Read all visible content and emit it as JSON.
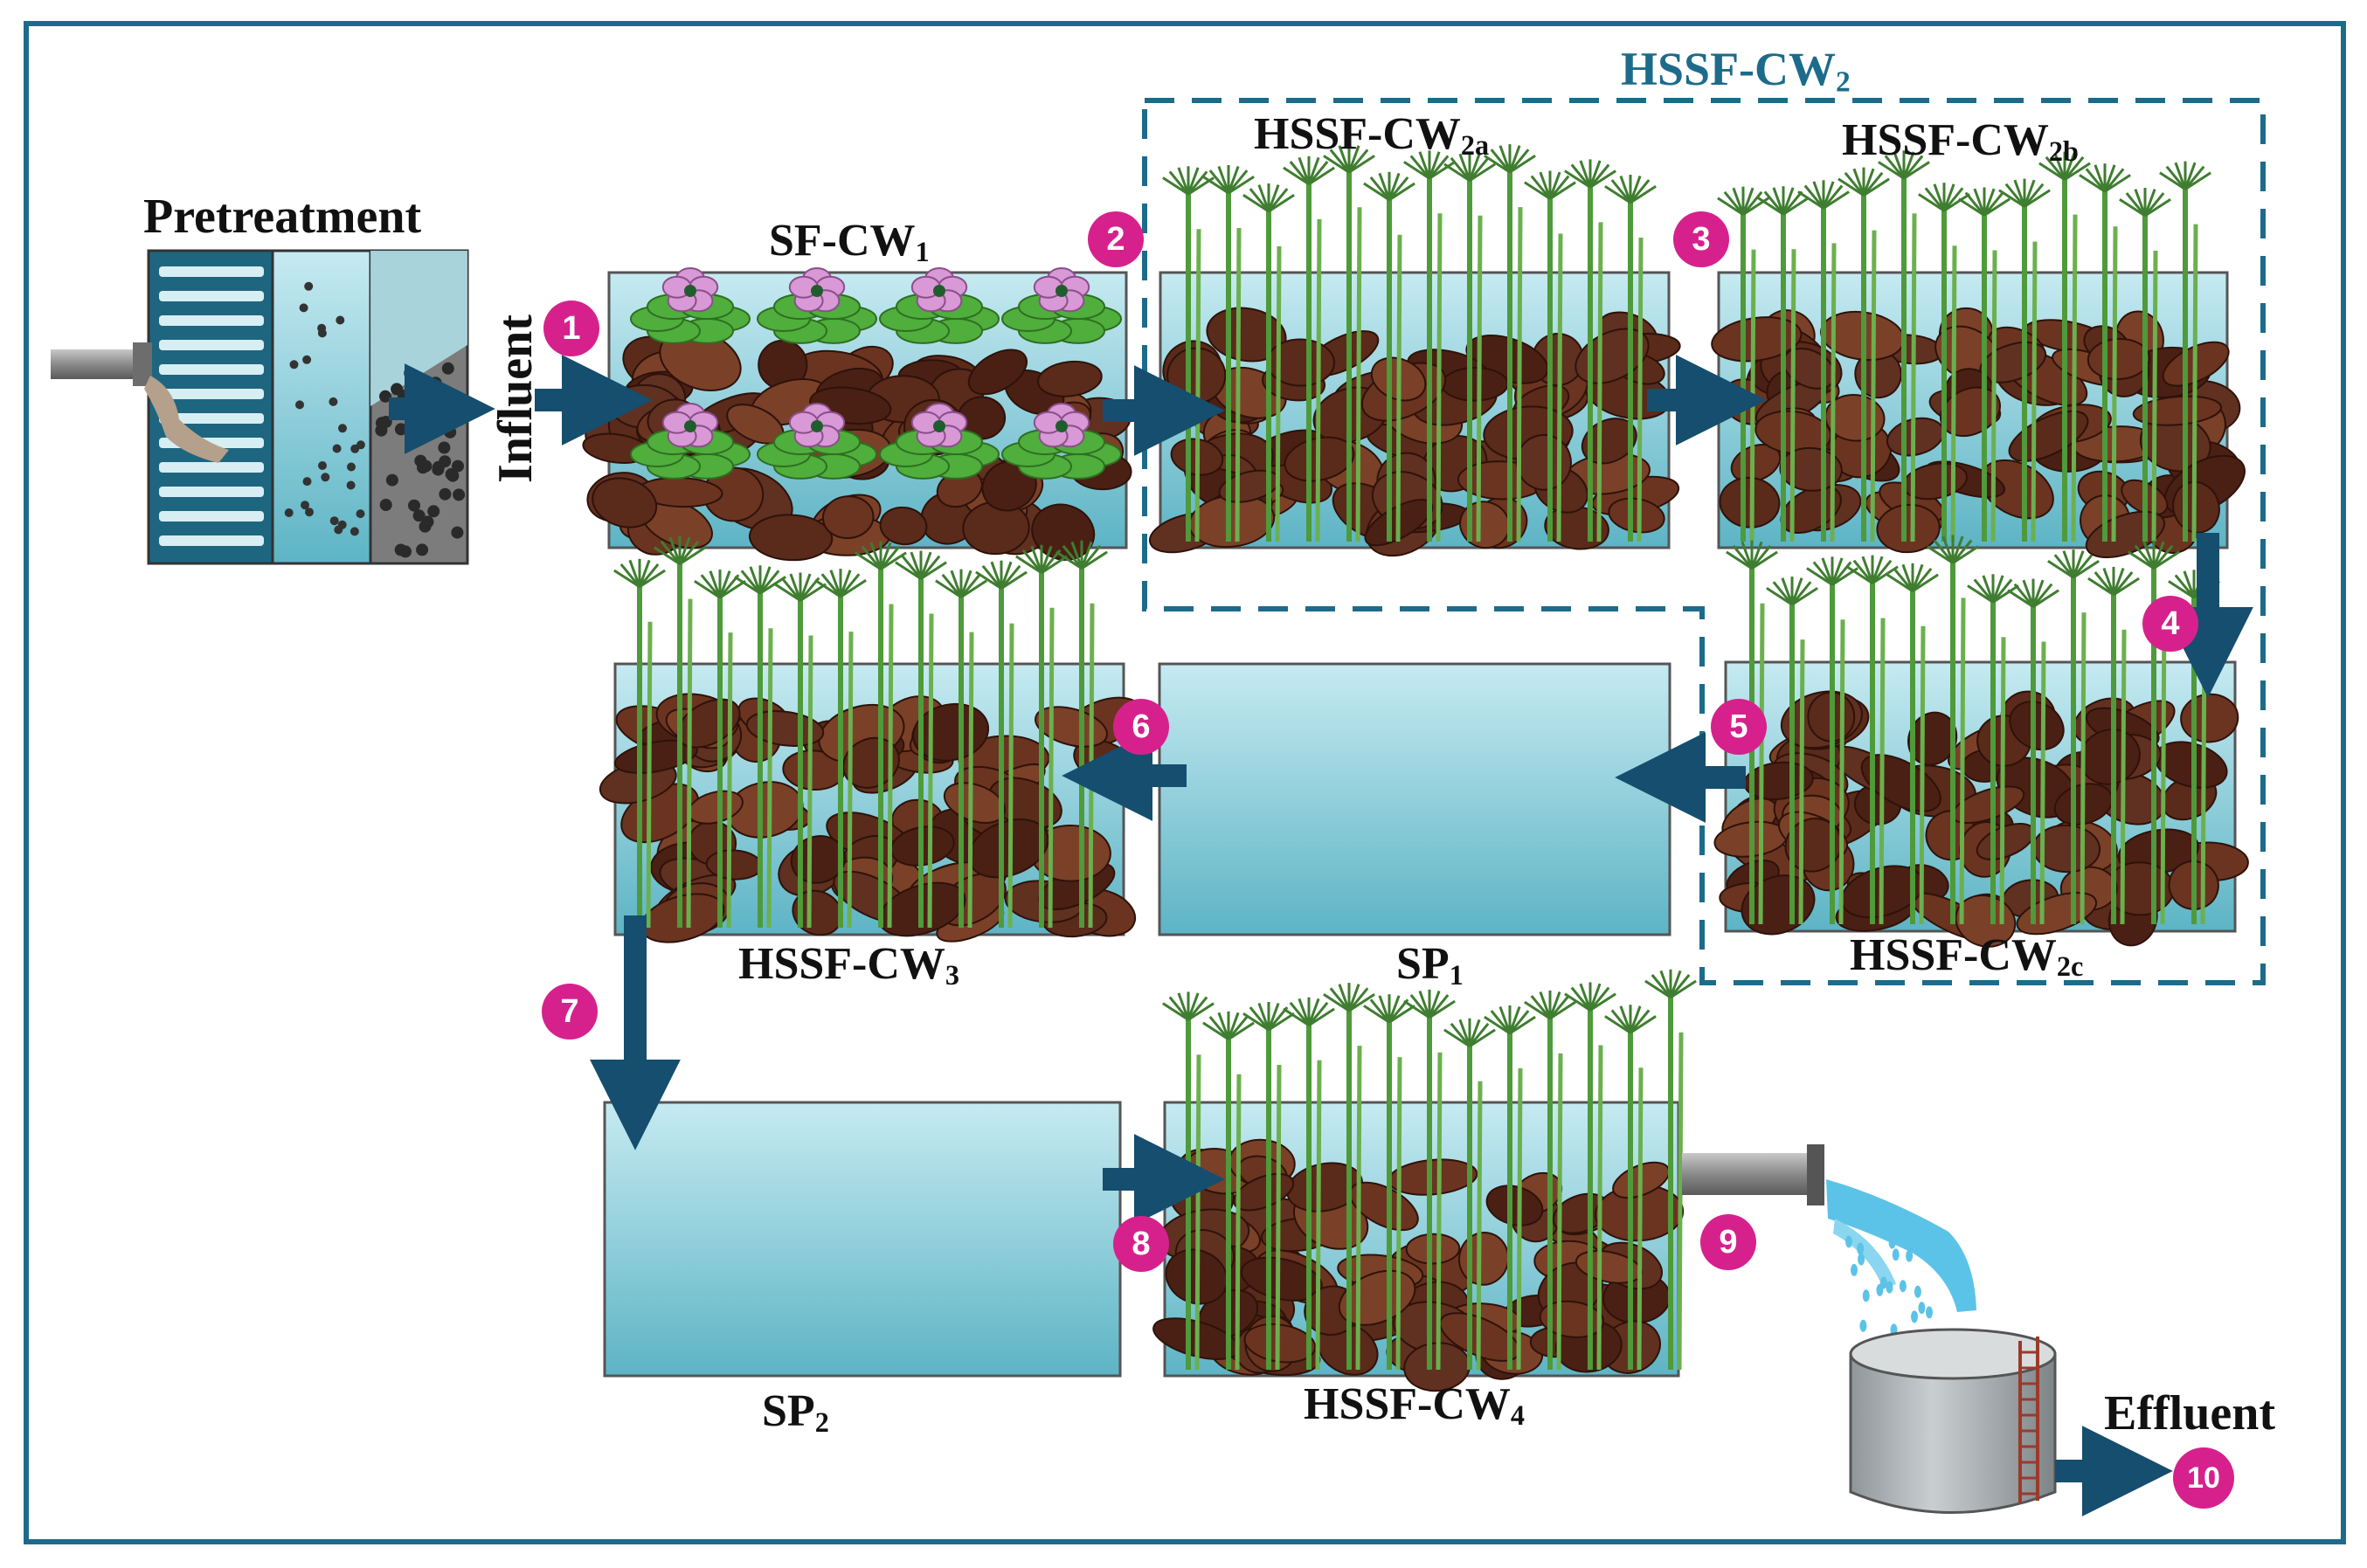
{
  "labels": {
    "pretreatment": "Pretreatment",
    "influent": "Influent",
    "sf_cw1": {
      "base": "SF-CW",
      "sub": "1"
    },
    "hssf_cw2_group": {
      "base": "HSSF-CW",
      "sub": "2"
    },
    "hssf_cw2a": {
      "base": "HSSF-CW",
      "sub": "2a"
    },
    "hssf_cw2b": {
      "base": "HSSF-CW",
      "sub": "2b"
    },
    "hssf_cw2c": {
      "base": "HSSF-CW",
      "sub": "2c"
    },
    "hssf_cw3": {
      "base": "HSSF-CW",
      "sub": "3"
    },
    "sp1": {
      "base": "SP",
      "sub": "1"
    },
    "sp2": {
      "base": "SP",
      "sub": "2"
    },
    "hssf_cw4": {
      "base": "HSSF-CW",
      "sub": "4"
    },
    "effluent": "Effluent"
  },
  "badges": [
    "1",
    "2",
    "3",
    "4",
    "5",
    "6",
    "7",
    "8",
    "9",
    "10"
  ],
  "colors": {
    "frame": "#1d6b8a",
    "water_top": "#bfe6ee",
    "water_bottom": "#5fb7c7",
    "gravel": "#5a2a1a",
    "plant": "#4f9a3a",
    "flower": "#d998d6",
    "arrow": "#154e6e",
    "badge": "#d6218d"
  },
  "icons": [
    "pipe-icon",
    "screen-icon",
    "water-tank-icon",
    "arrow-icon",
    "reed-plant-icon",
    "flower-plant-icon"
  ]
}
